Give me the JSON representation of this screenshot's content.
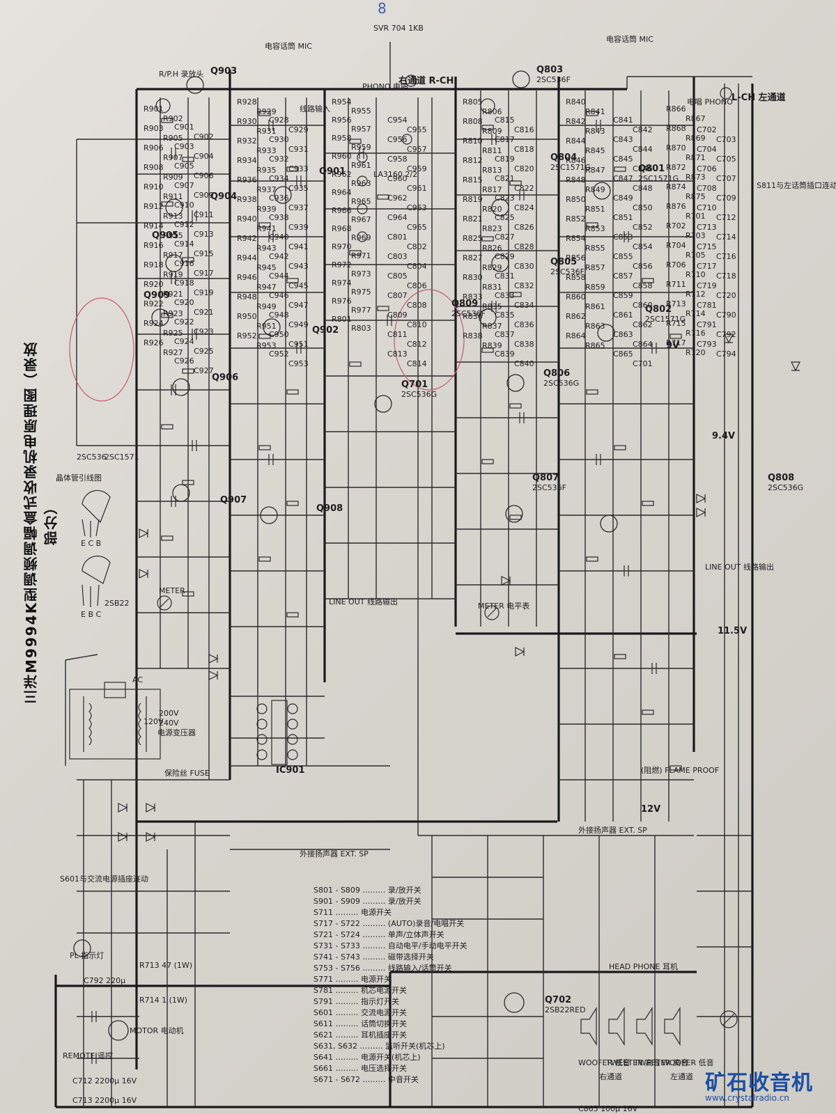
{
  "title": "三洋M9994K型调频调幅盒式收录机电原理图（录放部分）",
  "watermark": {
    "name": "矿石收音机",
    "url": "www.crystalradio.cn"
  },
  "pen_mark": "8",
  "colors": {
    "paper": "#d9d6d0",
    "ink": "#1d1d1f",
    "circle": "#c45a6a",
    "watermark": "#1b4fa3"
  },
  "transistors": [
    {
      "ref": "Q903"
    },
    {
      "ref": "Q904"
    },
    {
      "ref": "Q905"
    },
    {
      "ref": "Q909"
    },
    {
      "ref": "Q906"
    },
    {
      "ref": "Q907"
    },
    {
      "ref": "Q901"
    },
    {
      "ref": "Q902"
    },
    {
      "ref": "Q908"
    },
    {
      "ref": "Q701",
      "part": "2SC536G"
    },
    {
      "ref": "Q803",
      "part": "2SC536F"
    },
    {
      "ref": "Q804",
      "part": "2SC1571G"
    },
    {
      "ref": "Q805",
      "part": "2SC536F"
    },
    {
      "ref": "Q809",
      "part": "2SC536F"
    },
    {
      "ref": "Q806",
      "part": "2SC536G"
    },
    {
      "ref": "Q807",
      "part": "2SC536F"
    },
    {
      "ref": "Q801",
      "part": "2SC1571G"
    },
    {
      "ref": "Q802",
      "part": "2SC1571G"
    },
    {
      "ref": "Q808",
      "part": "2SC536G"
    },
    {
      "ref": "Q702",
      "part": "2SB22RED"
    }
  ],
  "labels": {
    "svr704": "SVR 704 1KB",
    "rch": "右通道 R-CH",
    "lch": "L-CH 左通道",
    "phono_r": "PHONO 电唱",
    "phono_l": "电唱 PHONO",
    "mic_r": "电容话筒 MIC",
    "mic_l": "电容话筒 MIC",
    "line_in": "线路输入",
    "line_out_r": "LINE OUT 线路输出",
    "line_out_l": "LINE OUT 线路输出",
    "meter_r": "METER",
    "meter_l": "METER 电平表",
    "rp_head": "R/P.H 录放头",
    "ac": "AC",
    "power_tr": "电源变压器",
    "v240": "240V",
    "v200": "200V",
    "v120": "120V",
    "fuse": "保险丝 FUSE",
    "flame": "(阻燃) FLAME PROOF",
    "motor": "MOTOR 电动机",
    "remote": "REMOTE 遥控",
    "pilot": "PL 指示灯",
    "ext_sp_r": "外接扬声器 EXT. SP",
    "ext_sp_l": "外接扬声器 EXT. SP",
    "headphone": "HEAD PHONE 耳机",
    "woofer_l": "WOOFER 低音",
    "tweeter_l": "TWEETER 高音",
    "woofer_r": "WOOFER 低音",
    "tweeter_r": "TWEETER 高音",
    "left_ch": "左通道",
    "right_ch": "右通道",
    "ic901": "IC901",
    "la3160": "LA3160 2/2",
    "v94": "9.4V",
    "v12": "12V",
    "v115": "11.5V",
    "v9": "9V",
    "c712": "C712 2200μ 16V",
    "c713": "C713 2200μ 16V",
    "c865": "C865 100μ 16V",
    "c792": "C792 220μ",
    "r714": "R714 1 (1W)",
    "r713": "R713 47 (1W)",
    "s601_note": "S601与交流电源插座连动",
    "s811_note": "S811与左话筒插口连动",
    "pin_title": "晶体管引线图",
    "pin_2sc536": "2SC536",
    "pin_2sc1571": "2SC1571",
    "pin_2sb22": "2SB22",
    "pin_ecb1": "E C B",
    "pin_ecb2": "E B C"
  },
  "switch_legend": [
    "S801 - S809 ……… 录/放开关",
    "S901 - S909 ……… 录/放开关",
    "S711 ……… 电源开关",
    "S717 - S722 ……… (AUTO)录音/电唱开关",
    "S721 - S724 ……… 单声/立体声开关",
    "S731 - S733 ……… 自动电平/手动电平开关",
    "S741 - S743 ……… 磁带选择开关",
    "S753 - S756 ……… 线路输入/话筒开关",
    "S771 ……… 电源开关",
    "S781 ……… 机芯电源开关",
    "S791 ……… 指示灯开关",
    "S601 ……… 交流电源开关",
    "S611 ……… 话筒切换开关",
    "S621 ……… 耳机插座开关",
    "S631, S632 ……… 监听开关(机芯上)",
    "S641 ……… 电源开关(机芯上)",
    "S661 ……… 电压选择开关",
    "S671 - S672 ……… 中音开关"
  ],
  "resistor_labels": [
    "R901",
    "R902",
    "R903",
    "R905",
    "R906",
    "R907",
    "R908",
    "R909",
    "R910",
    "R911",
    "R912",
    "R913",
    "R914",
    "R915",
    "R916",
    "R917",
    "R918",
    "R919",
    "R920",
    "R921",
    "R922",
    "R923",
    "R924",
    "R925",
    "R926",
    "R927",
    "R928",
    "R929",
    "R930",
    "R931",
    "R932",
    "R933",
    "R934",
    "R935",
    "R936",
    "R937",
    "R938",
    "R939",
    "R940",
    "R941",
    "R942",
    "R943",
    "R944",
    "R945",
    "R946",
    "R947",
    "R948",
    "R949",
    "R950",
    "R951",
    "R952",
    "R953",
    "R954",
    "R955",
    "R956",
    "R957",
    "R958",
    "R959",
    "R960",
    "R961",
    "R962",
    "R963",
    "R964",
    "R965",
    "R966",
    "R967",
    "R968",
    "R969",
    "R970",
    "R971",
    "R972",
    "R973",
    "R974",
    "R975",
    "R976",
    "R977",
    "R801",
    "R803",
    "R805",
    "R806",
    "R808",
    "R809",
    "R810",
    "R811",
    "R812",
    "R813",
    "R815",
    "R817",
    "R819",
    "R820",
    "R821",
    "R823",
    "R825",
    "R826",
    "R827",
    "R829",
    "R830",
    "R831",
    "R833",
    "R835",
    "R836",
    "R837",
    "R838",
    "R839",
    "R840",
    "R841",
    "R842",
    "R843",
    "R844",
    "R845",
    "R846",
    "R847",
    "R848",
    "R849",
    "R850",
    "R851",
    "R852",
    "R853",
    "R854",
    "R855",
    "R856",
    "R857",
    "R858",
    "R859",
    "R860",
    "R861",
    "R862",
    "R863",
    "R864",
    "R865",
    "R866",
    "R867",
    "R868",
    "R869",
    "R870",
    "R871",
    "R872",
    "R873",
    "R874",
    "R875",
    "R876",
    "R701",
    "R702",
    "R703",
    "R704",
    "R705",
    "R706",
    "R710",
    "R711",
    "R712",
    "R713",
    "R714",
    "R715",
    "R716",
    "R717",
    "R720"
  ],
  "capacitor_labels": [
    "C901",
    "C902",
    "C903",
    "C904",
    "C905",
    "C906",
    "C907",
    "C909",
    "C910",
    "C911",
    "C912",
    "C913",
    "C914",
    "C915",
    "C916",
    "C917",
    "C918",
    "C919",
    "C920",
    "C921",
    "C922",
    "C923",
    "C924",
    "C925",
    "C926",
    "C927",
    "C928",
    "C929",
    "C930",
    "C931",
    "C932",
    "C933",
    "C934",
    "C935",
    "C936",
    "C937",
    "C938",
    "C939",
    "C940",
    "C941",
    "C942",
    "C943",
    "C944",
    "C945",
    "C946",
    "C947",
    "C948",
    "C949",
    "C950",
    "C951",
    "C952",
    "C953",
    "C954",
    "C955",
    "C956",
    "C957",
    "C958",
    "C959",
    "C960",
    "C961",
    "C962",
    "C963",
    "C964",
    "C965",
    "C801",
    "C802",
    "C803",
    "C804",
    "C805",
    "C806",
    "C807",
    "C808",
    "C809",
    "C810",
    "C811",
    "C812",
    "C813",
    "C814",
    "C815",
    "C816",
    "C817",
    "C818",
    "C819",
    "C820",
    "C821",
    "C822",
    "C823",
    "C824",
    "C825",
    "C826",
    "C827",
    "C828",
    "C829",
    "C830",
    "C831",
    "C832",
    "C833",
    "C834",
    "C835",
    "C836",
    "C837",
    "C838",
    "C839",
    "C840",
    "C841",
    "C842",
    "C843",
    "C844",
    "C845",
    "C846",
    "C847",
    "C848",
    "C849",
    "C850",
    "C851",
    "C852",
    "C853",
    "C854",
    "C855",
    "C856",
    "C857",
    "C858",
    "C859",
    "C860",
    "C861",
    "C862",
    "C863",
    "C864",
    "C865",
    "C701",
    "C702",
    "C703",
    "C704",
    "C705",
    "C706",
    "C707",
    "C708",
    "C709",
    "C710",
    "C712",
    "C713",
    "C714",
    "C715",
    "C716",
    "C717",
    "C718",
    "C719",
    "C720",
    "C781",
    "C790",
    "C791",
    "C792",
    "C793",
    "C794"
  ]
}
